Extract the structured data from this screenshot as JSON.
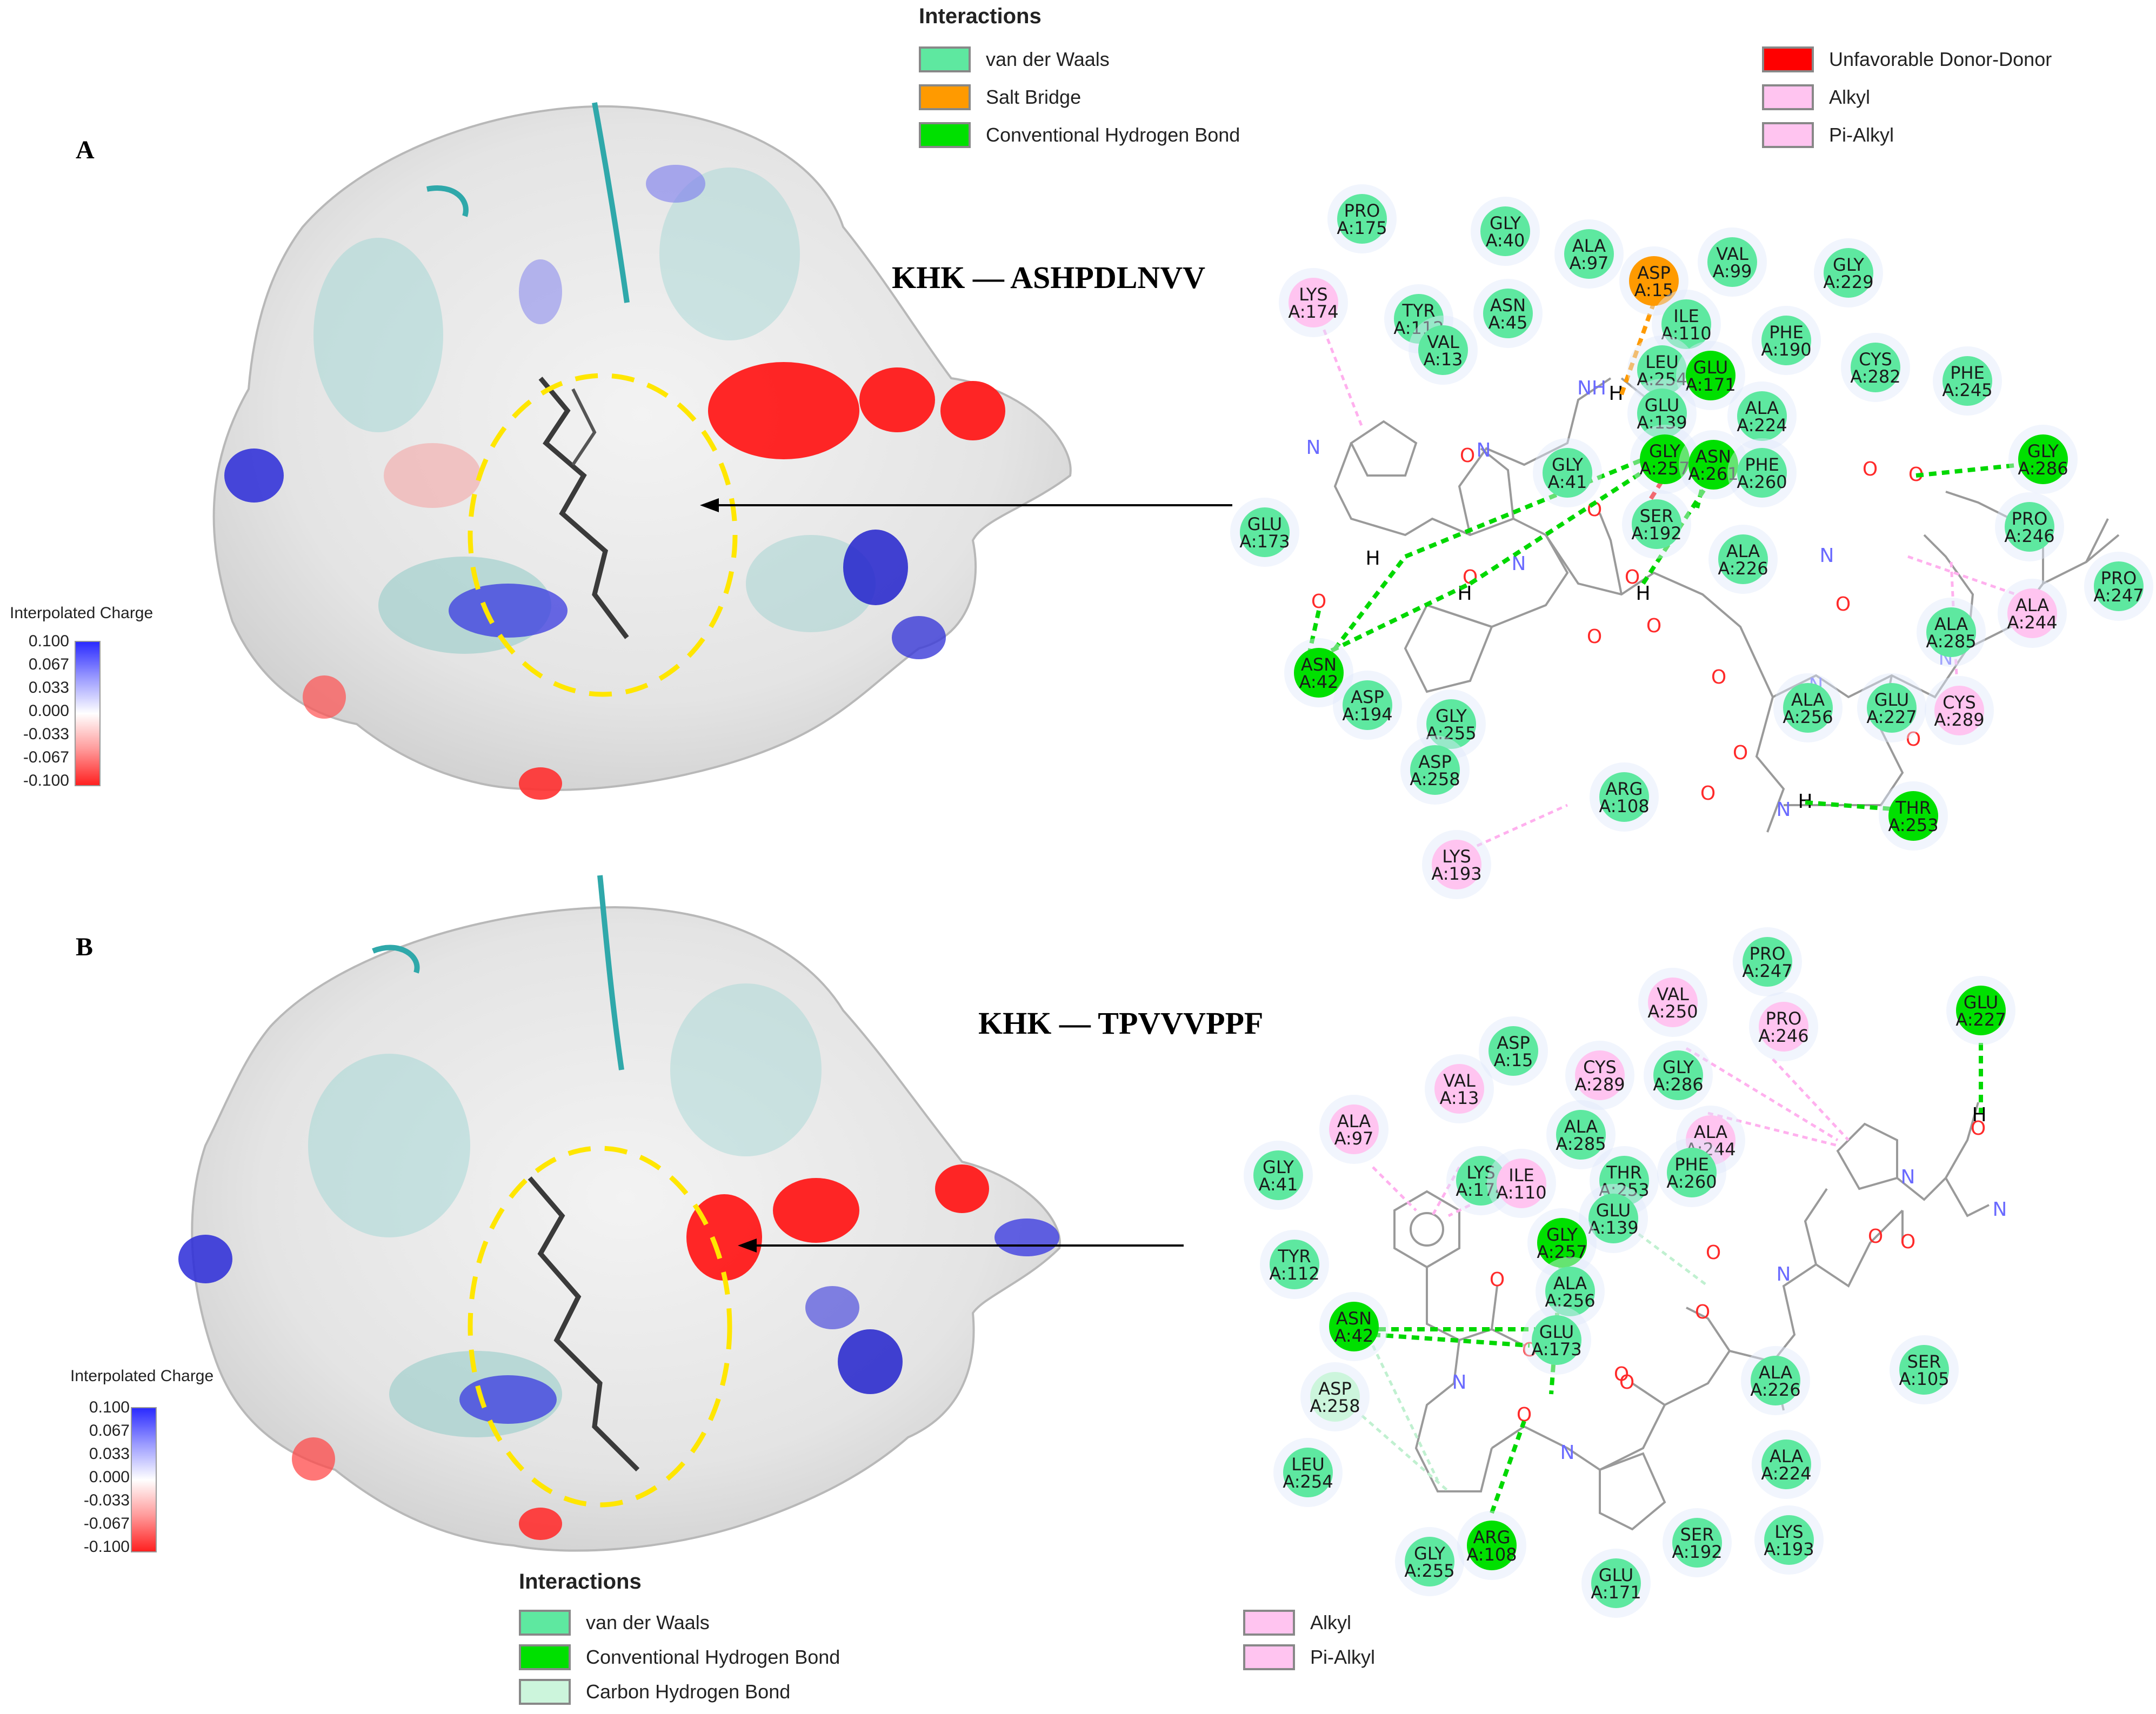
{
  "legend_top": {
    "title": "Interactions",
    "items": [
      {
        "label": "van der Waals",
        "color": "#5ee8a0"
      },
      {
        "label": "Salt Bridge",
        "color": "#ff9a00"
      },
      {
        "label": "Conventional Hydrogen Bond",
        "color": "#00e000"
      },
      {
        "label": "Unfavorable Donor-Donor",
        "color": "#ff0000"
      },
      {
        "label": "Alkyl",
        "color": "#ffc4f0"
      },
      {
        "label": "Pi-Alkyl",
        "color": "#ffc4f0"
      }
    ]
  },
  "legend_bottom": {
    "title": "Interactions",
    "items": [
      {
        "label": "van der Waals",
        "color": "#5ee8a0"
      },
      {
        "label": "Conventional Hydrogen Bond",
        "color": "#00e000"
      },
      {
        "label": "Carbon Hydrogen Bond",
        "color": "#ccf5dc"
      },
      {
        "label": "Alkyl",
        "color": "#ffc4f0"
      },
      {
        "label": "Pi-Alkyl",
        "color": "#ffc4f0"
      }
    ]
  },
  "panels": {
    "a": {
      "label": "A",
      "title": "KHK — ASHPDLNVV"
    },
    "b": {
      "label": "B",
      "title": "KHK — TPVVVPPF"
    }
  },
  "colorbar": {
    "title": "Interpolated Charge",
    "ticks": [
      "0.100",
      "0.067",
      "0.033",
      "0.000",
      "-0.033",
      "-0.067",
      "-0.100"
    ]
  },
  "colors": {
    "vdw": "#5ee8a0",
    "hbond": "#00e000",
    "salt": "#ff9a00",
    "alkyl": "#ffc4f0",
    "chbond": "#ccf5dc",
    "oxygen": "#ff2a2a",
    "nitrogen": "#6a6aff"
  },
  "residues_a": [
    {
      "name": "PRO",
      "id": "A:175",
      "type": "vdw"
    },
    {
      "name": "GLY",
      "id": "A:40",
      "type": "vdw"
    },
    {
      "name": "ALA",
      "id": "A:97",
      "type": "vdw"
    },
    {
      "name": "ASP",
      "id": "A:15",
      "type": "salt"
    },
    {
      "name": "VAL",
      "id": "A:99",
      "type": "vdw"
    },
    {
      "name": "GLY",
      "id": "A:229",
      "type": "vdw"
    },
    {
      "name": "LYS",
      "id": "A:174",
      "type": "alkyl"
    },
    {
      "name": "TYR",
      "id": "A:112",
      "type": "vdw"
    },
    {
      "name": "ASN",
      "id": "A:45",
      "type": "vdw"
    },
    {
      "name": "ILE",
      "id": "A:110",
      "type": "vdw"
    },
    {
      "name": "PHE",
      "id": "A:190",
      "type": "vdw"
    },
    {
      "name": "VAL",
      "id": "A:13",
      "type": "vdw"
    },
    {
      "name": "LEU",
      "id": "A:254",
      "type": "vdw"
    },
    {
      "name": "GLU",
      "id": "A:171",
      "type": "hbond"
    },
    {
      "name": "CYS",
      "id": "A:282",
      "type": "vdw"
    },
    {
      "name": "PHE",
      "id": "A:245",
      "type": "vdw"
    },
    {
      "name": "GLU",
      "id": "A:139",
      "type": "vdw"
    },
    {
      "name": "ALA",
      "id": "A:224",
      "type": "vdw"
    },
    {
      "name": "GLY",
      "id": "A:41",
      "type": "vdw"
    },
    {
      "name": "GLY",
      "id": "A:257",
      "type": "hbond"
    },
    {
      "name": "ASN",
      "id": "A:261",
      "type": "hbond"
    },
    {
      "name": "PHE",
      "id": "A:260",
      "type": "vdw"
    },
    {
      "name": "GLY",
      "id": "A:286",
      "type": "hbond"
    },
    {
      "name": "GLU",
      "id": "A:173",
      "type": "vdw"
    },
    {
      "name": "SER",
      "id": "A:192",
      "type": "vdw"
    },
    {
      "name": "ALA",
      "id": "A:226",
      "type": "vdw"
    },
    {
      "name": "PRO",
      "id": "A:246",
      "type": "vdw"
    },
    {
      "name": "PRO",
      "id": "A:247",
      "type": "vdw"
    },
    {
      "name": "ALA",
      "id": "A:244",
      "type": "alkyl"
    },
    {
      "name": "ALA",
      "id": "A:285",
      "type": "vdw"
    },
    {
      "name": "ASN",
      "id": "A:42",
      "type": "hbond"
    },
    {
      "name": "ASP",
      "id": "A:194",
      "type": "vdw"
    },
    {
      "name": "GLY",
      "id": "A:255",
      "type": "vdw"
    },
    {
      "name": "ALA",
      "id": "A:256",
      "type": "vdw"
    },
    {
      "name": "GLU",
      "id": "A:227",
      "type": "vdw"
    },
    {
      "name": "CYS",
      "id": "A:289",
      "type": "alkyl"
    },
    {
      "name": "ASP",
      "id": "A:258",
      "type": "vdw"
    },
    {
      "name": "ARG",
      "id": "A:108",
      "type": "vdw"
    },
    {
      "name": "THR",
      "id": "A:253",
      "type": "hbond"
    },
    {
      "name": "LYS",
      "id": "A:193",
      "type": "alkyl"
    }
  ],
  "residues_b": [
    {
      "name": "PRO",
      "id": "A:247",
      "type": "vdw"
    },
    {
      "name": "GLU",
      "id": "A:227",
      "type": "hbond"
    },
    {
      "name": "VAL",
      "id": "A:250",
      "type": "alkyl"
    },
    {
      "name": "PRO",
      "id": "A:246",
      "type": "alkyl"
    },
    {
      "name": "ASP",
      "id": "A:15",
      "type": "vdw"
    },
    {
      "name": "VAL",
      "id": "A:13",
      "type": "alkyl"
    },
    {
      "name": "CYS",
      "id": "A:289",
      "type": "alkyl"
    },
    {
      "name": "GLY",
      "id": "A:286",
      "type": "vdw"
    },
    {
      "name": "ALA",
      "id": "A:97",
      "type": "alkyl"
    },
    {
      "name": "ALA",
      "id": "A:285",
      "type": "vdw"
    },
    {
      "name": "ALA",
      "id": "A:244",
      "type": "alkyl"
    },
    {
      "name": "LYS",
      "id": "A:174",
      "type": "vdw"
    },
    {
      "name": "ILE",
      "id": "A:110",
      "type": "alkyl"
    },
    {
      "name": "THR",
      "id": "A:253",
      "type": "vdw"
    },
    {
      "name": "PHE",
      "id": "A:260",
      "type": "vdw"
    },
    {
      "name": "GLY",
      "id": "A:41",
      "type": "vdw"
    },
    {
      "name": "GLU",
      "id": "A:139",
      "type": "vdw"
    },
    {
      "name": "GLY",
      "id": "A:257",
      "type": "hbond"
    },
    {
      "name": "TYR",
      "id": "A:112",
      "type": "vdw"
    },
    {
      "name": "ALA",
      "id": "A:256",
      "type": "vdw"
    },
    {
      "name": "ASN",
      "id": "A:42",
      "type": "hbond"
    },
    {
      "name": "GLU",
      "id": "A:173",
      "type": "vdw"
    },
    {
      "name": "ASP",
      "id": "A:258",
      "type": "chbond"
    },
    {
      "name": "SER",
      "id": "A:105",
      "type": "vdw"
    },
    {
      "name": "ALA",
      "id": "A:226",
      "type": "vdw"
    },
    {
      "name": "LEU",
      "id": "A:254",
      "type": "vdw"
    },
    {
      "name": "ALA",
      "id": "A:224",
      "type": "vdw"
    },
    {
      "name": "GLY",
      "id": "A:255",
      "type": "vdw"
    },
    {
      "name": "ARG",
      "id": "A:108",
      "type": "hbond"
    },
    {
      "name": "SER",
      "id": "A:192",
      "type": "vdw"
    },
    {
      "name": "LYS",
      "id": "A:193",
      "type": "vdw"
    },
    {
      "name": "GLU",
      "id": "A:171",
      "type": "vdw"
    }
  ],
  "atom_labels": {
    "o": "O",
    "n": "N",
    "h": "H",
    "nh": "NH"
  }
}
